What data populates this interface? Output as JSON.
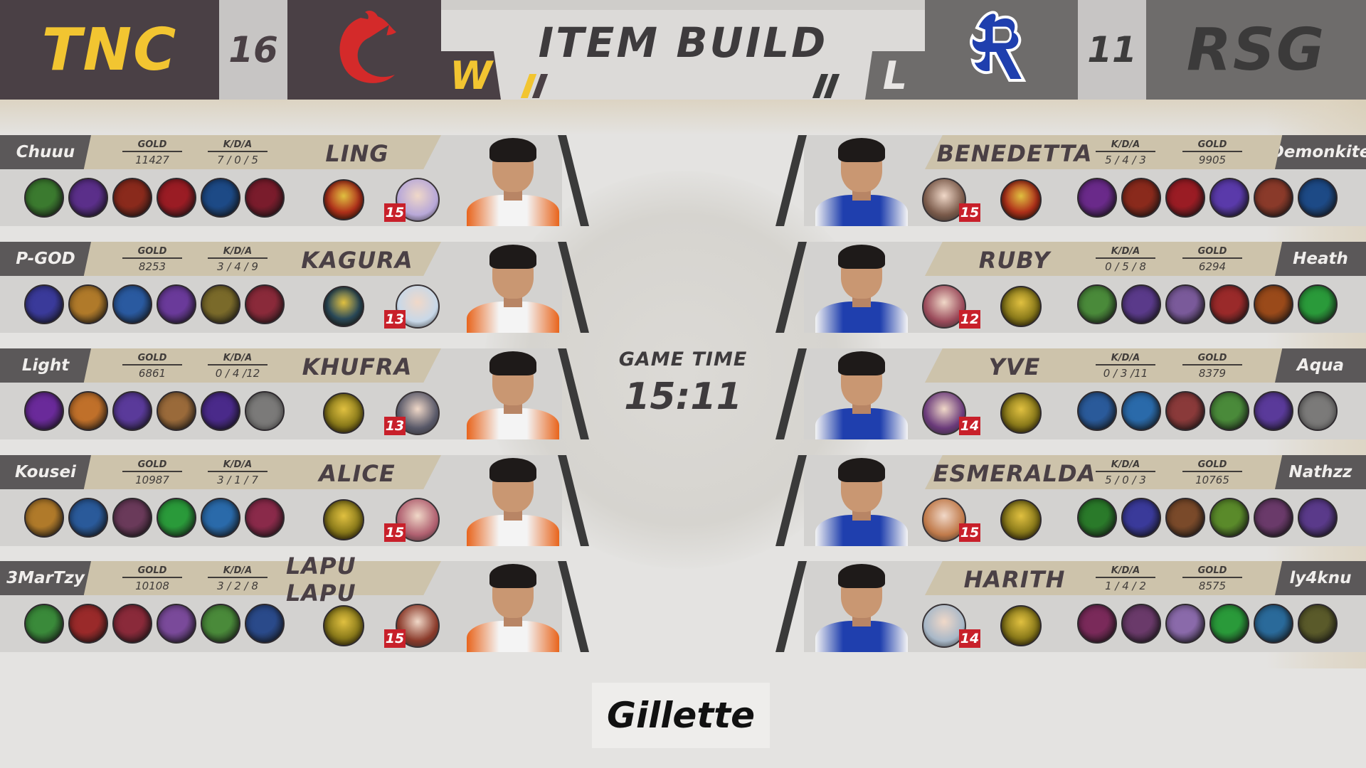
{
  "header": {
    "title": "ITEM BUILD",
    "left_team": {
      "name": "TNC",
      "score": "16",
      "result": "W"
    },
    "right_team": {
      "name": "RSG",
      "score": "11",
      "result": "L"
    }
  },
  "labels": {
    "gold": "GOLD",
    "kda": "K/D/A"
  },
  "game_time_label": "GAME TIME",
  "game_time": "15:11",
  "sponsor": "Gillette",
  "colors": {
    "tnc_dark": "#4a4045",
    "tnc_yellow": "#f2c531",
    "rsg_gray": "#6e6c6b",
    "rsg_blue": "#1f3fae",
    "level_red": "#c8202a",
    "tnc_jersey": "#e8641c"
  },
  "left_players": [
    {
      "player": "Chuuu",
      "gold": "11427",
      "kda": "7 / 0 / 5",
      "hero": "LING",
      "level": "15"
    },
    {
      "player": "P-GOD",
      "gold": "8253",
      "kda": "3 / 4 / 9",
      "hero": "KAGURA",
      "level": "13"
    },
    {
      "player": "Light",
      "gold": "6861",
      "kda": "0 / 4 /12",
      "hero": "KHUFRA",
      "level": "13"
    },
    {
      "player": "Kousei",
      "gold": "10987",
      "kda": "3 / 1 / 7",
      "hero": "ALICE",
      "level": "15"
    },
    {
      "player": "3MarTzy",
      "gold": "10108",
      "kda": "3 / 2 / 8",
      "hero": "LAPU LAPU",
      "level": "15"
    }
  ],
  "right_players": [
    {
      "player": "Demonkite",
      "gold": "9905",
      "kda": "5 / 4 / 3",
      "hero": "BENEDETTA",
      "level": "15"
    },
    {
      "player": "Heath",
      "gold": "6294",
      "kda": "0 / 5 / 8",
      "hero": "RUBY",
      "level": "12"
    },
    {
      "player": "Aqua",
      "gold": "8379",
      "kda": "0 / 3 /11",
      "hero": "YVE",
      "level": "14"
    },
    {
      "player": "Nathzz",
      "gold": "10765",
      "kda": "5 / 0 / 3",
      "hero": "ESMERALDA",
      "level": "15"
    },
    {
      "player": "ly4knu",
      "gold": "8575",
      "kda": "1 / 4 / 2",
      "hero": "HARITH",
      "level": "14"
    }
  ]
}
